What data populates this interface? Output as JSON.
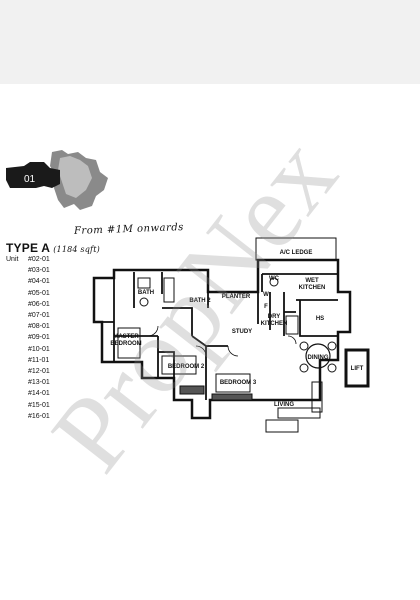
{
  "logo": {
    "number": "01"
  },
  "note": {
    "handwritten": "From #1M onwards"
  },
  "type": {
    "title": "TYPE A",
    "area": "(1184 sqft)"
  },
  "units": {
    "label": "Unit",
    "list": [
      "#02-01",
      "#03-01",
      "#04-01",
      "#05-01",
      "#06-01",
      "#07-01",
      "#08-01",
      "#09-01",
      "#10-01",
      "#11-01",
      "#12-01",
      "#13-01",
      "#14-01",
      "#15-01",
      "#16-01"
    ]
  },
  "rooms": {
    "ac_ledge": "A/C LEDGE",
    "wc": "WC",
    "wet_kitchen_1": "WET",
    "wet_kitchen_2": "KITCHEN",
    "w": "W",
    "f": "F",
    "dry_kitchen_1": "DRY",
    "dry_kitchen_2": "KITCHEN",
    "bath": "BATH",
    "bath2": "BATH 2",
    "planter": "PLANTER",
    "study": "STUDY",
    "hs": "HS",
    "master_bedroom_1": "MASTER",
    "master_bedroom_2": "BEDROOM",
    "bedroom2": "BEDROOM 2",
    "bedroom3": "BEDROOM 3",
    "dining": "DINING",
    "lift": "LIFT",
    "living": "LIVING"
  },
  "watermark": {
    "text": "PropNex"
  },
  "colors": {
    "wall": "#111111",
    "top_band": "#f1f1f1",
    "watermark": "#8c8c8c"
  }
}
